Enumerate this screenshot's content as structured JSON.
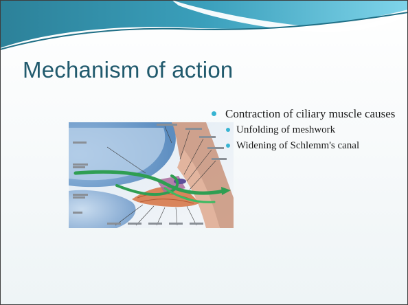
{
  "slide": {
    "title": "Mechanism of action",
    "bullets": [
      {
        "text": "Contraction of ciliary muscle causes",
        "sub": [
          {
            "text": "Unfolding of meshwork"
          },
          {
            "text": "Widening of Schlemm's canal"
          }
        ]
      }
    ]
  },
  "diagram": {
    "subject": "ciliary muscle, trabecular meshwork and Schlemm's canal with aqueous outflow arrows",
    "colors": {
      "cornea": "#6f9cc8",
      "iris": "#8cb3d8",
      "ciliary_muscle": "#d9855c",
      "outflow_arrows": "#2f9e52",
      "sclera": "#b07a62"
    }
  },
  "theme": {
    "title_color": "#215a6d",
    "bullet_color": "#37b4d2",
    "header_color": "#2a7f98"
  }
}
